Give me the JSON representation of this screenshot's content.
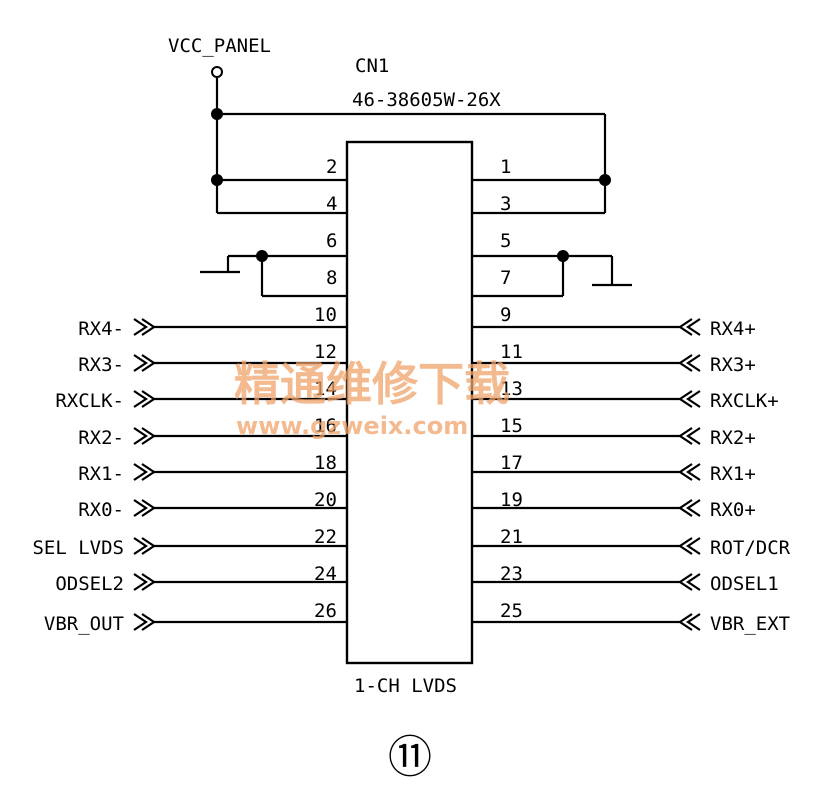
{
  "power": {
    "net": "VCC_PANEL"
  },
  "connector": {
    "ref": "CN1",
    "part": "46-38605W-26X",
    "footer": "1-CH LVDS",
    "left_pins": [
      "2",
      "4",
      "6",
      "8",
      "10",
      "12",
      "14",
      "16",
      "18",
      "20",
      "22",
      "24",
      "26"
    ],
    "right_pins": [
      "1",
      "3",
      "5",
      "7",
      "9",
      "11",
      "13",
      "15",
      "17",
      "19",
      "21",
      "23",
      "25"
    ]
  },
  "left_signals": [
    "RX4-",
    "RX3-",
    "RXCLK-",
    "RX2-",
    "RX1-",
    "RX0-",
    "SEL LVDS",
    "ODSEL2",
    "VBR_OUT"
  ],
  "right_signals": [
    "RX4+",
    "RX3+",
    "RXCLK+",
    "RX2+",
    "RX1+",
    "RX0+",
    "ROT/DCR",
    "ODSEL1",
    "VBR_EXT"
  ],
  "figure_number": "⑪",
  "watermark": {
    "text": "精通维修下载",
    "url": "www.gzweix.com"
  }
}
